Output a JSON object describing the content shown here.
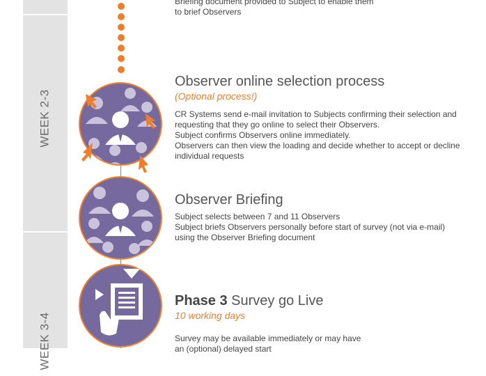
{
  "sidebar": {
    "weeks": [
      "WEEK 2-3",
      "WEEK 3-4"
    ]
  },
  "colors": {
    "accent": "#f07d2a",
    "circle_fill": "#76699d",
    "sidebar_bg": "#e3e3e3"
  },
  "top_step": {
    "lines": [
      "Briefing document provided to Subject to enable them",
      "to brief Observers"
    ]
  },
  "steps": [
    {
      "icon": "group-cursor-icon",
      "title": "Observer online selection process",
      "subtitle": "(Optional process!)",
      "lines": [
        "CR Systems send e-mail invitation to Subjects confirming their selection and",
        "requesting that they go online to select their Observers.",
        "Subject confirms Observers online immediately.",
        "Observers can then view the loading and decide whether to accept or decline",
        "individual requests"
      ]
    },
    {
      "icon": "group-icon",
      "title": "Observer Briefing",
      "lines": [
        "Subject selects between 7 and 11 Observers",
        "Subject briefs Observers personally before start of survey (not via e-mail)",
        "using the Observer Briefing document"
      ]
    },
    {
      "icon": "document-click-icon",
      "title_bold": "Phase 3",
      "title": " Survey go Live",
      "subtitle": "10 working days",
      "lines": [
        "Survey may be available immediately or may have",
        "an (optional) delayed start"
      ]
    }
  ]
}
